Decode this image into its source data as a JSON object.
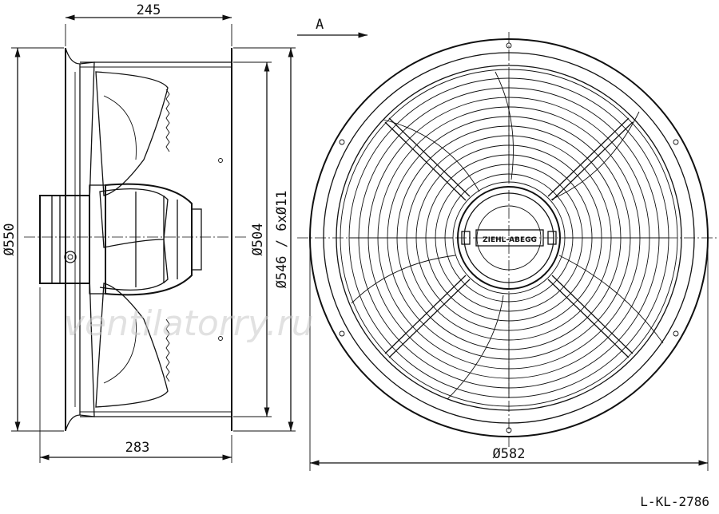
{
  "dimensions": {
    "side_depth": "245",
    "side_overall": "283",
    "outer_diameter_side": "Ø550",
    "inner_diameter": "Ø504",
    "bolt_circle": "Ø546 / 6xØ11",
    "front_outer_diameter": "Ø582"
  },
  "view_label": "A",
  "drawing_code": "L-KL-2786",
  "watermark": "ventilatorry.ru",
  "nameplate": "ZIEHL-ABEGG"
}
